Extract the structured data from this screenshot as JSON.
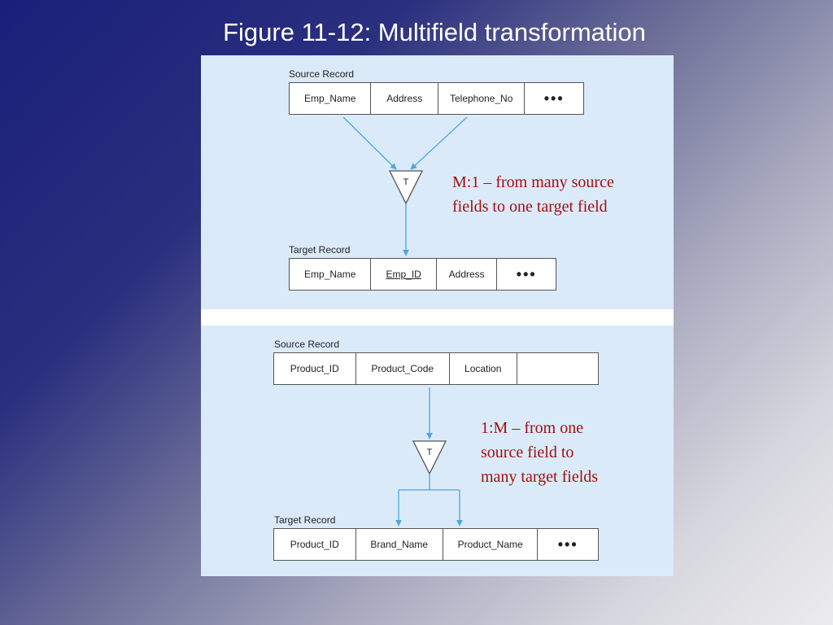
{
  "title": "Figure 11-12: Multifield transformation",
  "top": {
    "source_label": "Source Record",
    "source_fields": [
      {
        "text": "Emp_Name",
        "key": false
      },
      {
        "text": "Address",
        "key": false
      },
      {
        "text": "Telephone_No",
        "key": false
      },
      {
        "text": "•••",
        "key": false,
        "dots": true
      }
    ],
    "transform_label": "T",
    "target_label": "Target Record",
    "target_fields": [
      {
        "text": "Emp_Name",
        "key": false
      },
      {
        "text": "Emp_ID",
        "key": true
      },
      {
        "text": "Address",
        "key": false
      },
      {
        "text": "•••",
        "key": false,
        "dots": true
      }
    ],
    "note": "M:1 – from many source\nfields to one target field"
  },
  "bottom": {
    "source_label": "Source Record",
    "source_fields": [
      {
        "text": "Product_ID",
        "key": false
      },
      {
        "text": "Product_Code",
        "key": false
      },
      {
        "text": "Location",
        "key": false
      },
      {
        "text": "",
        "key": false
      }
    ],
    "transform_label": "T",
    "target_label": "Target Record",
    "target_fields": [
      {
        "text": "Product_ID",
        "key": false
      },
      {
        "text": "Brand_Name",
        "key": false
      },
      {
        "text": "Product_Name",
        "key": false
      },
      {
        "text": "•••",
        "key": false,
        "dots": true
      }
    ],
    "note": "1:M – from one\nsource field to\nmany target fields"
  },
  "colors": {
    "figure_background": "#dbeaf8",
    "connector": "#4aa8dd",
    "note_text": "#a01010"
  },
  "icons": {
    "transform": "transform-triangle-icon",
    "arrow": "arrow-down-icon"
  }
}
